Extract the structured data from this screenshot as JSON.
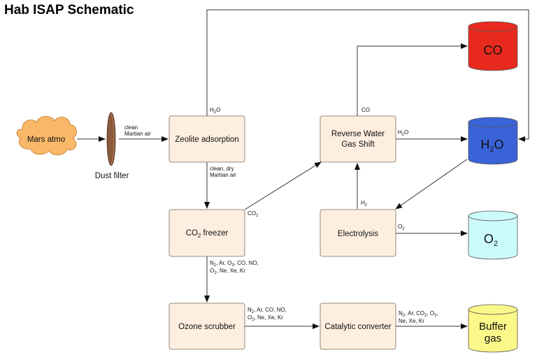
{
  "title": "Hab ISAP Schematic",
  "colors": {
    "box_fill": "#fdeee0",
    "cloud_fill": "#f8b868",
    "filter_fill": "#8b5a3c",
    "tank_co": "#e82a1e",
    "tank_h2o": "#3a63d8",
    "tank_o2": "#ccfbfb",
    "tank_buffer": "#fbf88a"
  },
  "nodes": {
    "mars_atmo": "Mars atmo",
    "dust_filter": "Dust filter",
    "zeolite": "Zeolite adsorption",
    "co2_freezer": {
      "pre": "CO",
      "sub": "2",
      "post": " freezer"
    },
    "ozone_scrubber": "Ozone scrubber",
    "rwgs_line1": "Reverse Water",
    "rwgs_line2": "Gas Shift",
    "electrolysis": "Electrolysis",
    "catalytic": "Catalytic converter"
  },
  "tanks": {
    "co": "CO",
    "h2o": {
      "pre": "H",
      "sub": "2",
      "post": "O"
    },
    "o2": {
      "pre": "O",
      "sub": "2"
    },
    "buffer_line1": "Buffer",
    "buffer_line2": "gas"
  },
  "edge_labels": {
    "clean_line1": "clean",
    "clean_line2": "Martian air",
    "cleandry_line1": "clean, dry",
    "cleandry_line2": "Martian air",
    "zeolite_h2o": {
      "pre": "H",
      "sub": "2",
      "post": "O"
    },
    "freezer_co2": {
      "pre": "CO",
      "sub": "2"
    },
    "rwgs_co": "CO",
    "rwgs_h2o": {
      "pre": "H",
      "sub": "2",
      "post": "O"
    },
    "elec_h2": {
      "pre": "H",
      "sub": "2"
    },
    "elec_o2": {
      "pre": "O",
      "sub": "2"
    },
    "freezer_out_line1": {
      "a": "N",
      "as": "2",
      "b": ", Ar, O",
      "bs": "3",
      "c": ", CO, NO,"
    },
    "freezer_out_line2": {
      "a": "O",
      "as": "2",
      "b": ", Ne, Xe, Kr"
    },
    "scrubber_out_line1": {
      "a": "N",
      "as": "2",
      "b": ", Ar, CO, NO,"
    },
    "scrubber_out_line2": {
      "a": "O",
      "as": "2",
      "b": ", Ne, Xe, Kr"
    },
    "catalytic_out_line1": {
      "a": "N",
      "as": "2",
      "b": ", Ar, CO",
      "bs": "2",
      "c": ", O",
      "cs": "2",
      "d": ","
    },
    "catalytic_out_line2": "Ne, Xe, Kr"
  }
}
